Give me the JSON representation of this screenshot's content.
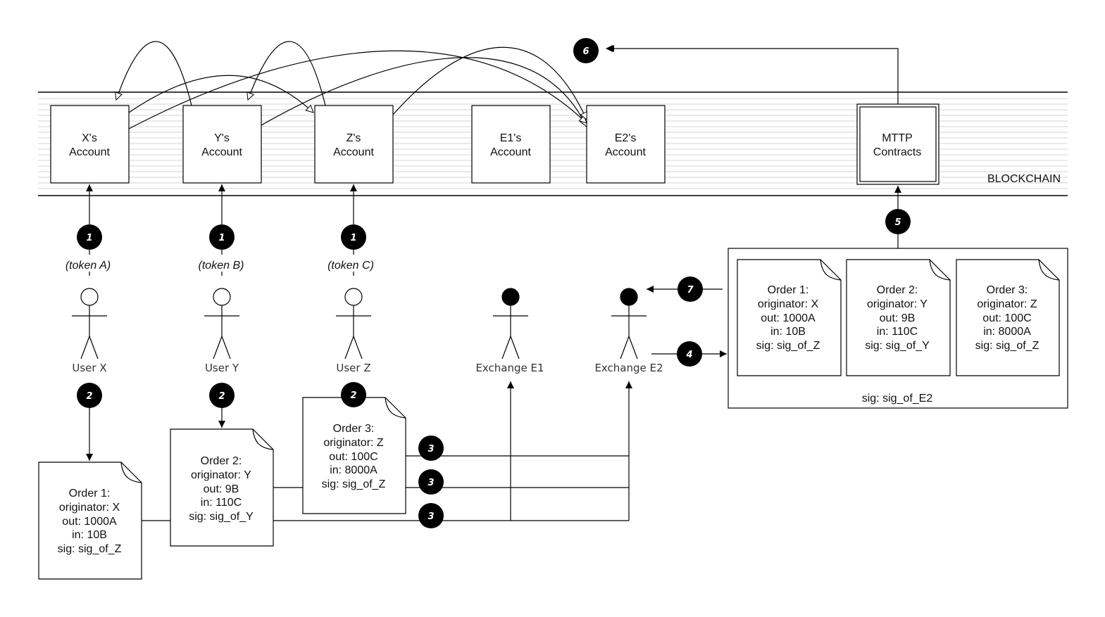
{
  "blockchain": {
    "label": "BLOCKCHAIN",
    "accounts": [
      {
        "line1": "X's",
        "line2": "Account"
      },
      {
        "line1": "Y's",
        "line2": "Account"
      },
      {
        "line1": "Z's",
        "line2": "Account"
      },
      {
        "line1": "E1's",
        "line2": "Account"
      },
      {
        "line1": "E2's",
        "line2": "Account"
      }
    ],
    "contracts": {
      "line1": "MTTP",
      "line2": "Contracts"
    }
  },
  "tokens": [
    "(token A)",
    "(token B)",
    "(token C)"
  ],
  "actors": {
    "users": [
      "User X",
      "User Y",
      "User Z"
    ],
    "exchanges": [
      "Exchange E1",
      "Exchange E2"
    ]
  },
  "orders": [
    {
      "title": "Order 1:",
      "originator": "originator: X",
      "out": "out: 1000A",
      "in": "in: 10B",
      "sig": "sig: sig_of_Z"
    },
    {
      "title": "Order 2:",
      "originator": "originator: Y",
      "out": "out: 9B",
      "in": "in: 110C",
      "sig": "sig: sig_of_Y"
    },
    {
      "title": "Order 3:",
      "originator": "originator: Z",
      "out": "out: 100C",
      "in": "in: 8000A",
      "sig": "sig: sig_of_Z"
    }
  ],
  "bundle": {
    "orders": [
      {
        "title": "Order 1:",
        "originator": "originator: X",
        "out": "out: 1000A",
        "in": "in: 10B",
        "sig": "sig: sig_of_Z"
      },
      {
        "title": "Order 2:",
        "originator": "originator: Y",
        "out": "out: 9B",
        "in": "in: 110C",
        "sig": "sig: sig_of_Y"
      },
      {
        "title": "Order 3:",
        "originator": "originator: Z",
        "out": "out: 100C",
        "in": "in: 8000A",
        "sig": "sig: sig_of_Z"
      }
    ],
    "sig": "sig: sig_of_E2"
  },
  "steps": {
    "s1": "1",
    "s2": "2",
    "s3": "3",
    "s4": "4",
    "s5": "5",
    "s6": "6",
    "s7": "7"
  }
}
